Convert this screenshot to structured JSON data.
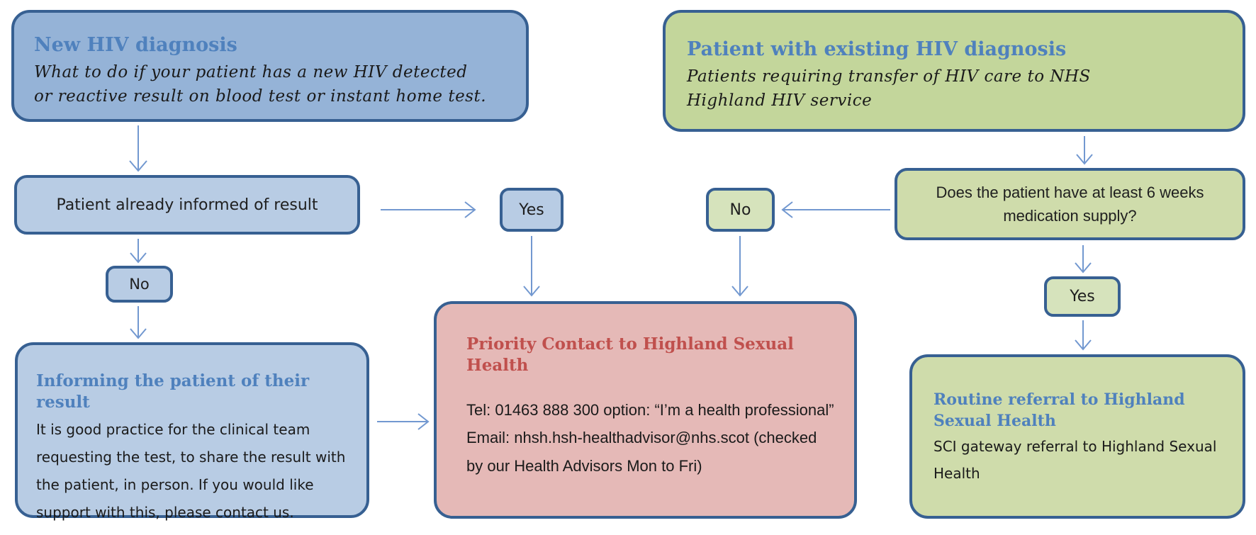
{
  "flowchart": {
    "new_diagnosis": {
      "title": "New HIV diagnosis",
      "subtitle": "What to do if your patient has a new HIV detected or reactive result on blood test or instant home test."
    },
    "existing_diagnosis": {
      "title": "Patient with existing HIV diagnosis",
      "subtitle": "Patients requiring transfer of HIV care to NHS Highland HIV service"
    },
    "informed_node": {
      "label": "Patient already informed of result"
    },
    "informed_yes": {
      "label": "Yes"
    },
    "informed_no": {
      "label": "No"
    },
    "supply_question": {
      "label": "Does the patient have at least 6 weeks medication supply?"
    },
    "supply_no": {
      "label": "No"
    },
    "supply_yes": {
      "label": "Yes"
    },
    "informing": {
      "title": "Informing the patient of their result",
      "body": "It is good practice for the clinical team requesting the test, to share the result with the patient, in person. If you would like support with this, please contact us."
    },
    "priority": {
      "title": "Priority Contact to Highland Sexual Health",
      "tel_line": "Tel: 01463 888 300 option: “I’m a health professional”",
      "email_line": "Email: nhsh.hsh-healthadvisor@nhs.scot (checked by our Health Advisors Mon to Fri)"
    },
    "routine": {
      "title": "Routine referral to Highland Sexual Health",
      "body": "SCI gateway referral to Highland Sexual Health"
    }
  },
  "colors": {
    "border": "#376092",
    "arrow": "#7298d0",
    "heading_blue": "#4f81bd",
    "heading_red": "#c0504d",
    "fill_blue_dark": "#95b3d7",
    "fill_blue_light": "#b8cce4",
    "fill_green": "#c3d69b",
    "fill_green_soft": "#cfdcab",
    "fill_green_light": "#d6e3bc",
    "fill_pink": "#e5b9b7"
  }
}
